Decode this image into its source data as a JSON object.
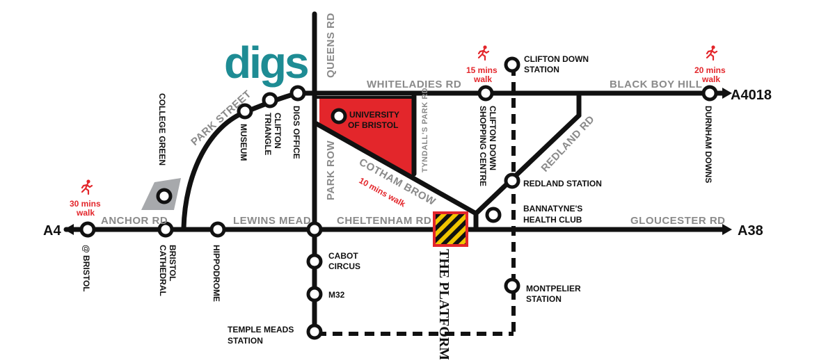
{
  "brand": {
    "name": "digs"
  },
  "colors": {
    "road": "#111111",
    "label": "#8a8a8a",
    "accent": "#e3262b",
    "brand": "#1e8c94",
    "hatch": "#f2c500"
  },
  "roads": {
    "anchor_rd": "ANCHOR RD",
    "lewins_mead": "LEWINS MEAD",
    "cheltenham_rd": "CHELTENHAM RD",
    "gloucester_rd": "GLOUCESTER RD",
    "whiteladies_rd": "WHITELADIES RD",
    "black_boy_hill": "BLACK BOY HILL",
    "queens_rd": "QUEENS RD",
    "park_row": "PARK ROW",
    "park_street": "PARK STREET",
    "cotham_brow": "COTHAM BROW",
    "tyndalls_park_rd": "TYNDALL'S PARK RD",
    "redland_rd": "REDLAND RD"
  },
  "routes": {
    "a4": "A4",
    "a38": "A38",
    "a4018": "A4018"
  },
  "places": {
    "at_bristol": "@ BRISTOL",
    "college_green": "COLLEGE GREEN",
    "bristol_cathedral_1": "BRISTOL",
    "bristol_cathedral_2": "CATHEDRAL",
    "hippodrome": "HIPPODROME",
    "museum": "MUSEUM",
    "clifton_triangle_1": "CLIFTON",
    "clifton_triangle_2": "TRIANGLE",
    "digs_office": "DIGS OFFICE",
    "university_1": "UNIVERSITY",
    "university_2": "OF BRISTOL",
    "clifton_down_sc_1": "CLIFTON DOWN",
    "clifton_down_sc_2": "SHOPPING CENTRE",
    "clifton_down_station_1": "CLIFTON DOWN",
    "clifton_down_station_2": "STATION",
    "durdham_downs": "DURNHAM DOWNS",
    "redland_station": "REDLAND STATION",
    "bannatynes_1": "BANNATYNE'S",
    "bannatynes_2": "HEALTH CLUB",
    "cabot_circus_1": "CABOT",
    "cabot_circus_2": "CIRCUS",
    "m32": "M32",
    "montpelier_1": "MONTPELIER",
    "montpelier_2": "STATION",
    "temple_meads_1": "TEMPLE MEADS",
    "temple_meads_2": "STATION",
    "the_platform": "THE PLATFORM"
  },
  "walks": {
    "walk_30_1": "30 mins",
    "walk_30_2": "walk",
    "walk_10": "10 mins walk",
    "walk_15_1": "15 mins",
    "walk_15_2": "walk",
    "walk_20_1": "20 mins",
    "walk_20_2": "walk"
  },
  "icons": [
    "walking-person-icon",
    "station-marker-icon",
    "arrow-icon",
    "hatched-platform-icon"
  ]
}
